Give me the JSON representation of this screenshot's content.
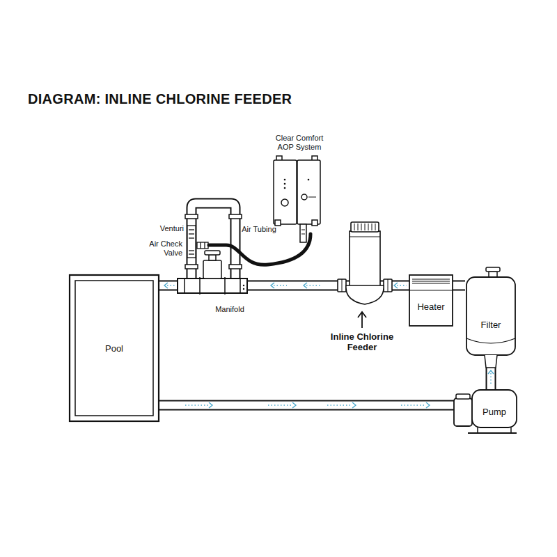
{
  "diagram": {
    "title": "DIAGRAM: INLINE CHLORINE FEEDER",
    "nodes": [
      {
        "text": [
          "Pool"
        ]
      },
      {
        "text": [
          "Heater"
        ]
      },
      {
        "text": [
          "Filter"
        ]
      },
      {
        "text": [
          "Pump"
        ]
      }
    ],
    "edges": [
      {
        "from": 1,
        "to": 0,
        "arrow": "none"
      },
      {
        "from": 2,
        "to": 1,
        "arrow": "none"
      },
      {
        "from": 3,
        "to": 2,
        "arrow": "none"
      },
      {
        "from": 0,
        "to": 3,
        "arrow": "none"
      }
    ],
    "labels": [
      "Clear Comfort AOP System",
      "Venturi",
      "Air Check Valve",
      "Air Tubing",
      "Manifold",
      "Inline Chlorine Feeder"
    ]
  }
}
